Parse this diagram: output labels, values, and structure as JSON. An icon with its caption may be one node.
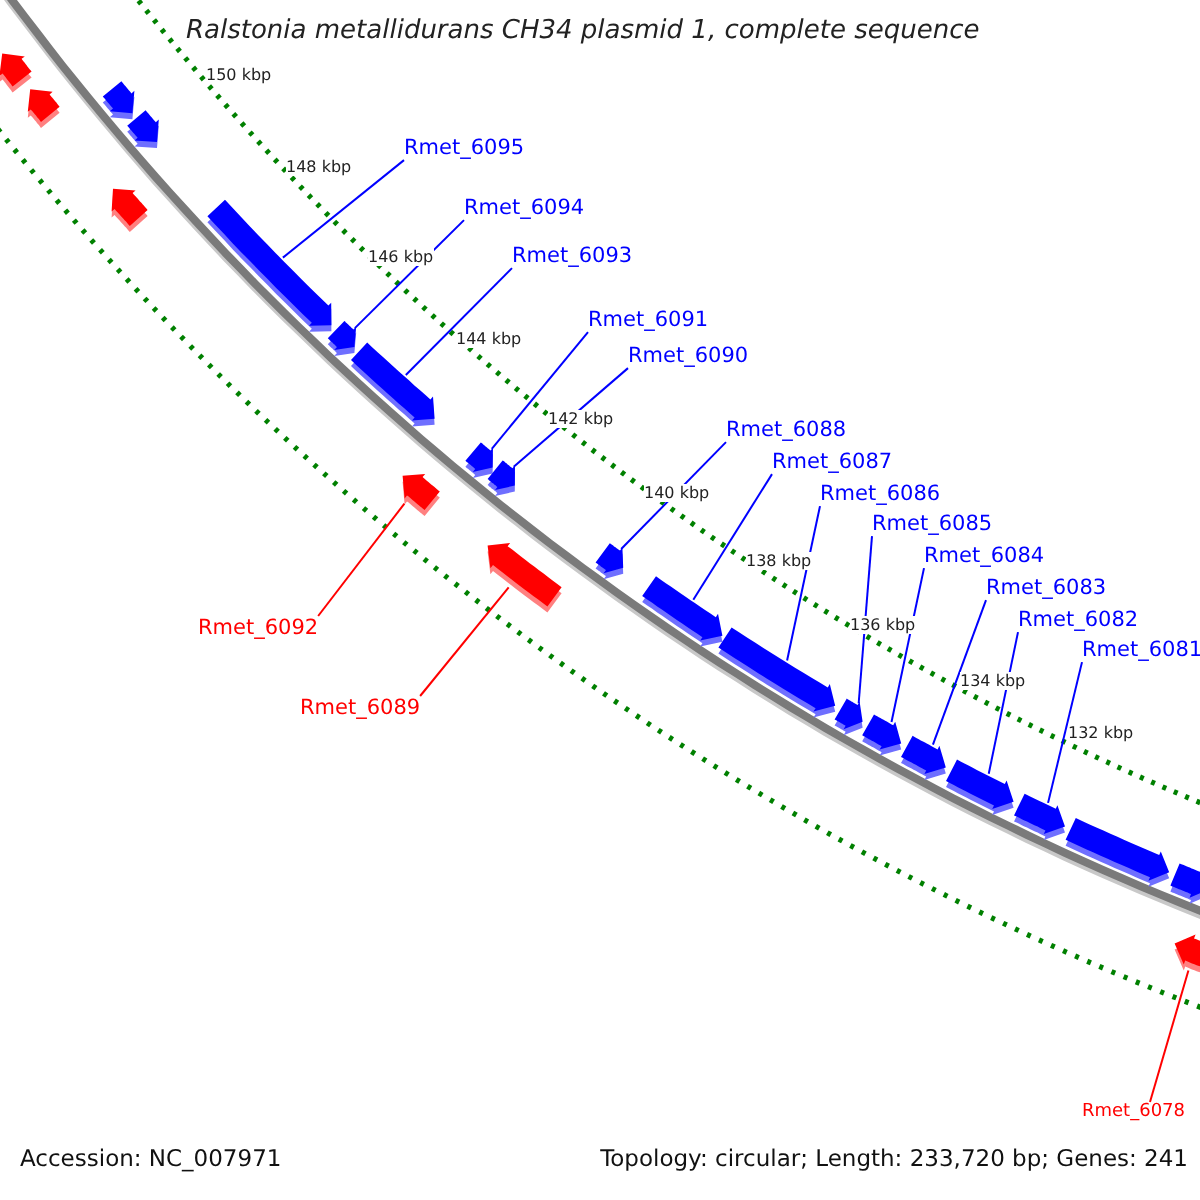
{
  "diagram": {
    "title": "Ralstonia metallidurans CH34 plasmid 1, complete sequence",
    "nodes": [
      {
        "text": [
          "Rmet_6095"
        ]
      },
      {
        "text": [
          "Rmet_6094"
        ]
      },
      {
        "text": [
          "Rmet_6093"
        ]
      },
      {
        "text": [
          "Rmet_6091"
        ]
      },
      {
        "text": [
          "Rmet_6090"
        ]
      },
      {
        "text": [
          "Rmet_6088"
        ]
      },
      {
        "text": [
          "Rmet_6087"
        ]
      },
      {
        "text": [
          "Rmet_6086"
        ]
      },
      {
        "text": [
          "Rmet_6085"
        ]
      },
      {
        "text": [
          "Rmet_6084"
        ]
      },
      {
        "text": [
          "Rmet_6083"
        ]
      },
      {
        "text": [
          "Rmet_6082"
        ]
      },
      {
        "text": [
          "Rmet_6092"
        ]
      },
      {
        "text": [
          "Rmet_6081"
        ]
      },
      {
        "text": [
          "Rmet_6089"
        ]
      },
      {
        "text": [
          "Rmet_6078"
        ]
      },
      {
        "text": [],
        "shape": "arrow"
      },
      {
        "text": [],
        "shape": "arrow"
      },
      {
        "text": [],
        "shape": "arrow"
      },
      {
        "text": [],
        "shape": "arrow"
      },
      {
        "text": [],
        "shape": "arrow"
      },
      {
        "text": [],
        "shape": "arrow"
      },
      {
        "text": [],
        "shape": "arrow"
      },
      {
        "text": [],
        "shape": "arrow"
      },
      {
        "text": [],
        "shape": "arrow"
      },
      {
        "text": [],
        "shape": "arrow"
      },
      {
        "text": [],
        "shape": "arrow"
      },
      {
        "text": [],
        "shape": "arrow"
      },
      {
        "text": [],
        "shape": "arrow"
      },
      {
        "text": [],
        "shape": "arrow"
      },
      {
        "text": [],
        "shape": "arrow"
      },
      {
        "text": [],
        "shape": "arrow"
      },
      {
        "text": [],
        "shape": "arrow"
      },
      {
        "text": [],
        "shape": "arrow"
      },
      {
        "text": [],
        "shape": "arrow"
      },
      {
        "text": [],
        "shape": "arrow"
      },
      {
        "text": [],
        "shape": "arrow"
      },
      {
        "text": [],
        "shape": "arrow"
      },
      {
        "text": [],
        "shape": "arrow"
      }
    ],
    "edges": [
      {
        "from": 0,
        "to": 21,
        "arrow": "none"
      },
      {
        "from": 1,
        "to": 22,
        "arrow": "none"
      },
      {
        "from": 2,
        "to": 23,
        "arrow": "none"
      },
      {
        "from": 3,
        "to": 25,
        "arrow": "none"
      },
      {
        "from": 4,
        "to": 26,
        "arrow": "none"
      },
      {
        "from": 5,
        "to": 28,
        "arrow": "none"
      },
      {
        "from": 6,
        "to": 29,
        "arrow": "none"
      },
      {
        "from": 7,
        "to": 30,
        "arrow": "none"
      },
      {
        "from": 8,
        "to": 31,
        "arrow": "none"
      },
      {
        "from": 9,
        "to": 32,
        "arrow": "none"
      },
      {
        "from": 10,
        "to": 33,
        "arrow": "none"
      },
      {
        "from": 11,
        "to": 34,
        "arrow": "none"
      },
      {
        "from": 12,
        "to": 24,
        "arrow": "none",
        "color": "#ff0000"
      },
      {
        "from": 13,
        "to": 35,
        "arrow": "none"
      },
      {
        "from": 14,
        "to": 27,
        "arrow": "none",
        "color": "#ff0000"
      },
      {
        "from": 15,
        "to": 38,
        "arrow": "none",
        "color": "#ff0000"
      }
    ],
    "labels": [
      "150 kbp",
      "148 kbp",
      "146 kbp",
      "144 kbp",
      "142 kbp",
      "140 kbp",
      "138 kbp",
      "136 kbp",
      "134 kbp",
      "132 kbp",
      "Accession: NC_007971",
      "Topology: circular; Length: 233,720 bp; Genes: 241"
    ]
  }
}
